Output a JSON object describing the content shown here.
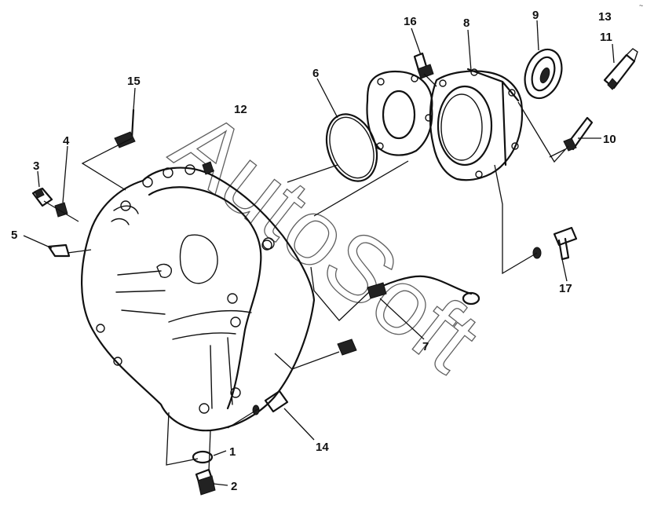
{
  "diagram": {
    "callouts": [
      {
        "id": "c15",
        "label": "15"
      },
      {
        "id": "c12a",
        "label": "12"
      },
      {
        "id": "c4",
        "label": "4"
      },
      {
        "id": "c3",
        "label": "3"
      },
      {
        "id": "c5",
        "label": "5"
      },
      {
        "id": "c6",
        "label": "6"
      },
      {
        "id": "c16",
        "label": "16"
      },
      {
        "id": "c8",
        "label": "8"
      },
      {
        "id": "c9",
        "label": "9"
      },
      {
        "id": "c13",
        "label": "13"
      },
      {
        "id": "c11",
        "label": "11"
      },
      {
        "id": "c10",
        "label": "10"
      },
      {
        "id": "c17",
        "label": "17"
      },
      {
        "id": "c7",
        "label": "7"
      },
      {
        "id": "c14",
        "label": "14"
      },
      {
        "id": "c1",
        "label": "1"
      },
      {
        "id": "c2",
        "label": "2"
      }
    ],
    "watermark": "AutoSoft",
    "corner_mark": "~"
  }
}
